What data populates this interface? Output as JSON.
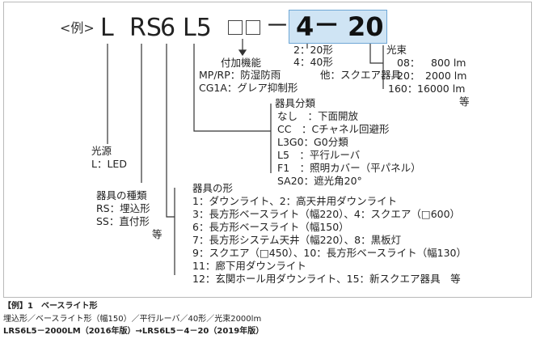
{
  "example_label": "<例>",
  "code": {
    "L": "L",
    "RS": "RS",
    "six": "6",
    "L5": "L5",
    "dash": "－",
    "highlight_num": "4",
    "highlight_dash": "－",
    "highlight_val": "20"
  },
  "accessory": {
    "title": "付加機能",
    "line1": "MP/RP：防湿防雨",
    "line2": "CG1A：グレア抑制形"
  },
  "shape_size": {
    "line1": "2：20形",
    "line2": "4：40形",
    "other": "他：スクエア器具"
  },
  "flux": {
    "title": "光束",
    "rows": [
      {
        "code": "08：",
        "value": "800 lm"
      },
      {
        "code": "20：",
        "value": "2000 lm"
      },
      {
        "code": "160：",
        "value": "16000 lm"
      }
    ],
    "etc": "等"
  },
  "category": {
    "title": "器具分類",
    "items": [
      "なし　：下面開放",
      "CC　：Cチャネル回避形",
      "L3G0：G0分類",
      "L5　：平行ルーバ",
      "F1　：照明カバー（平パネル）",
      "SA20：遮光角20°"
    ]
  },
  "light_source": {
    "title": "光源",
    "item": "L：LED"
  },
  "fixture_type": {
    "title": "器具の種類",
    "items": [
      "RS：埋込形",
      "SS：直付形"
    ],
    "etc": "等"
  },
  "fixture_shape": {
    "title": "器具の形",
    "items": [
      "1：ダウンライト、2：高天井用ダウンライト",
      "3：長方形ベースライト（幅220）、4：スクエア（□600）",
      "6：長方形ベースライト（幅150）",
      "7：長方形システム天井（幅220）、8：黒板灯",
      "9：スクエア（□450）、10：長方形ベースライト（幅130）",
      "11：廊下用ダウンライト",
      "12：玄関ホール用ダウンライト、15：新スクエア器具　等"
    ]
  },
  "caption": {
    "title": "【例】1　ベースライト形",
    "line1": "埋込形／ベースライト形（幅150）／平行ルーバ／40形／光束2000lm",
    "line2": "LRS6L5－2000LM（2016年版）→LRS6L5－4－20（2019年版）"
  },
  "colors": {
    "highlight_fill": "#cfe4f4",
    "highlight_border": "#6fa7d6",
    "line": "#333333"
  }
}
